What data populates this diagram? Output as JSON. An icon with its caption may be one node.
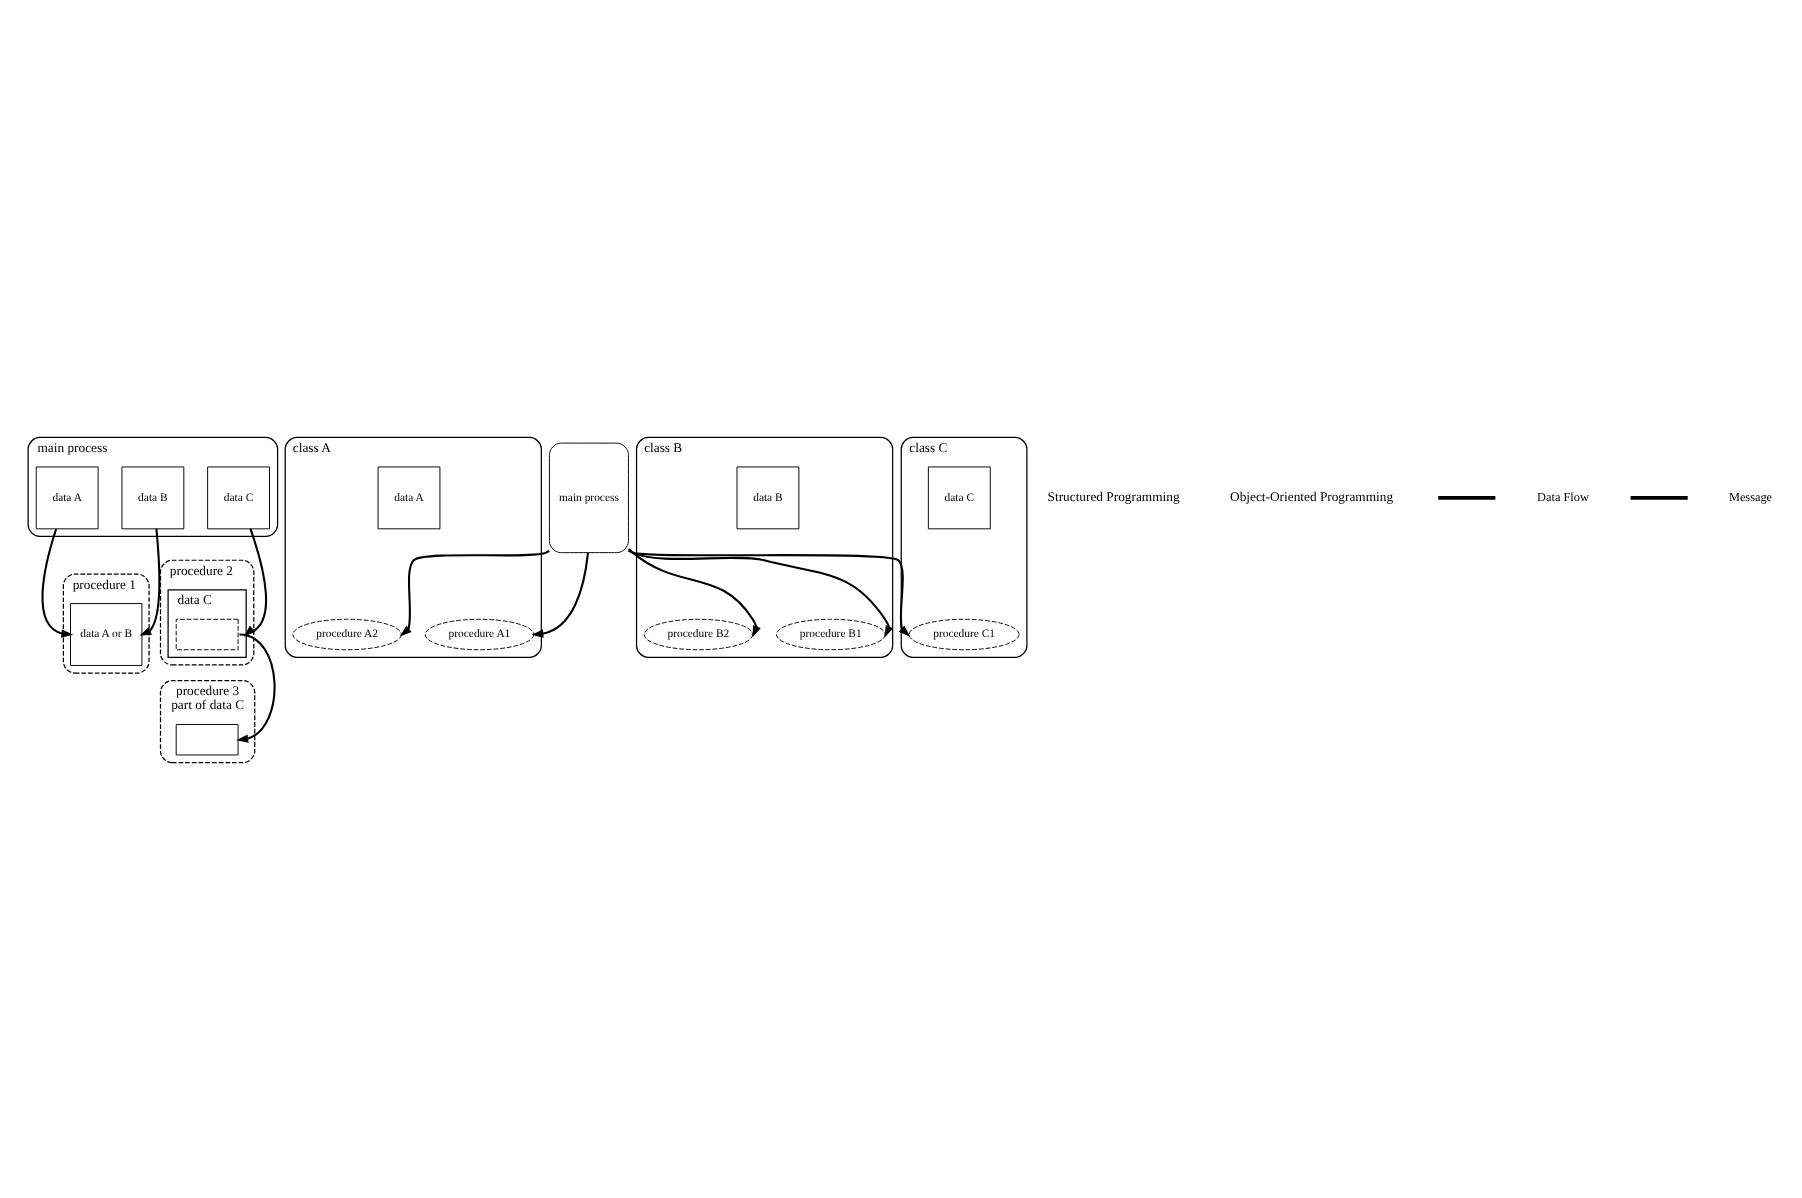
{
  "diagram": {
    "nodes": [
      {
        "text": [
          "main process"
        ]
      },
      {
        "text": [
          "data A"
        ],
        "in": 0
      },
      {
        "text": [
          "data B"
        ],
        "in": 0
      },
      {
        "text": [
          "data C"
        ],
        "in": 0
      },
      {
        "text": [
          "procedure 1"
        ]
      },
      {
        "text": [
          "data A or B"
        ],
        "in": 4
      },
      {
        "text": [
          "procedure 2"
        ]
      },
      {
        "text": [
          "data C"
        ],
        "in": 6
      },
      {
        "text": [],
        "shape": "box",
        "in": 7
      },
      {
        "text": [
          "procedure 3",
          "part of data C"
        ]
      },
      {
        "text": [],
        "shape": "box",
        "in": 9
      },
      {
        "text": [
          "main process"
        ]
      },
      {
        "text": [
          "class A"
        ]
      },
      {
        "text": [
          "data A"
        ],
        "in": 12
      },
      {
        "text": [
          "procedure A1"
        ],
        "in": 12
      },
      {
        "text": [
          "procedure A2"
        ],
        "in": 12
      },
      {
        "text": [
          "class B"
        ]
      },
      {
        "text": [
          "data B"
        ],
        "in": 16
      },
      {
        "text": [
          "procedure B1"
        ],
        "in": 16
      },
      {
        "text": [
          "procedure B2"
        ],
        "in": 16
      },
      {
        "text": [
          "class C"
        ]
      },
      {
        "text": [
          "data C"
        ],
        "in": 20
      },
      {
        "text": [
          "procedure C1"
        ],
        "in": 20
      }
    ],
    "edges": [
      {
        "from": 1,
        "to": 5,
        "arrow": "to"
      },
      {
        "from": 2,
        "to": 5,
        "arrow": "to"
      },
      {
        "from": 3,
        "to": 7,
        "arrow": "to"
      },
      {
        "from": 8,
        "to": 10,
        "arrow": "to"
      },
      {
        "from": 11,
        "to": 14,
        "arrow": "to"
      },
      {
        "from": 11,
        "to": 15,
        "arrow": "to"
      },
      {
        "from": 11,
        "to": 18,
        "arrow": "to"
      },
      {
        "from": 11,
        "to": 19,
        "arrow": "to"
      },
      {
        "from": 11,
        "to": 22,
        "arrow": "to"
      }
    ],
    "labels": [
      "Structured Programming",
      "Object-Oriented Programming"
    ],
    "legend": [
      {
        "text": "Data Flow"
      },
      {
        "text": "Message"
      }
    ]
  }
}
